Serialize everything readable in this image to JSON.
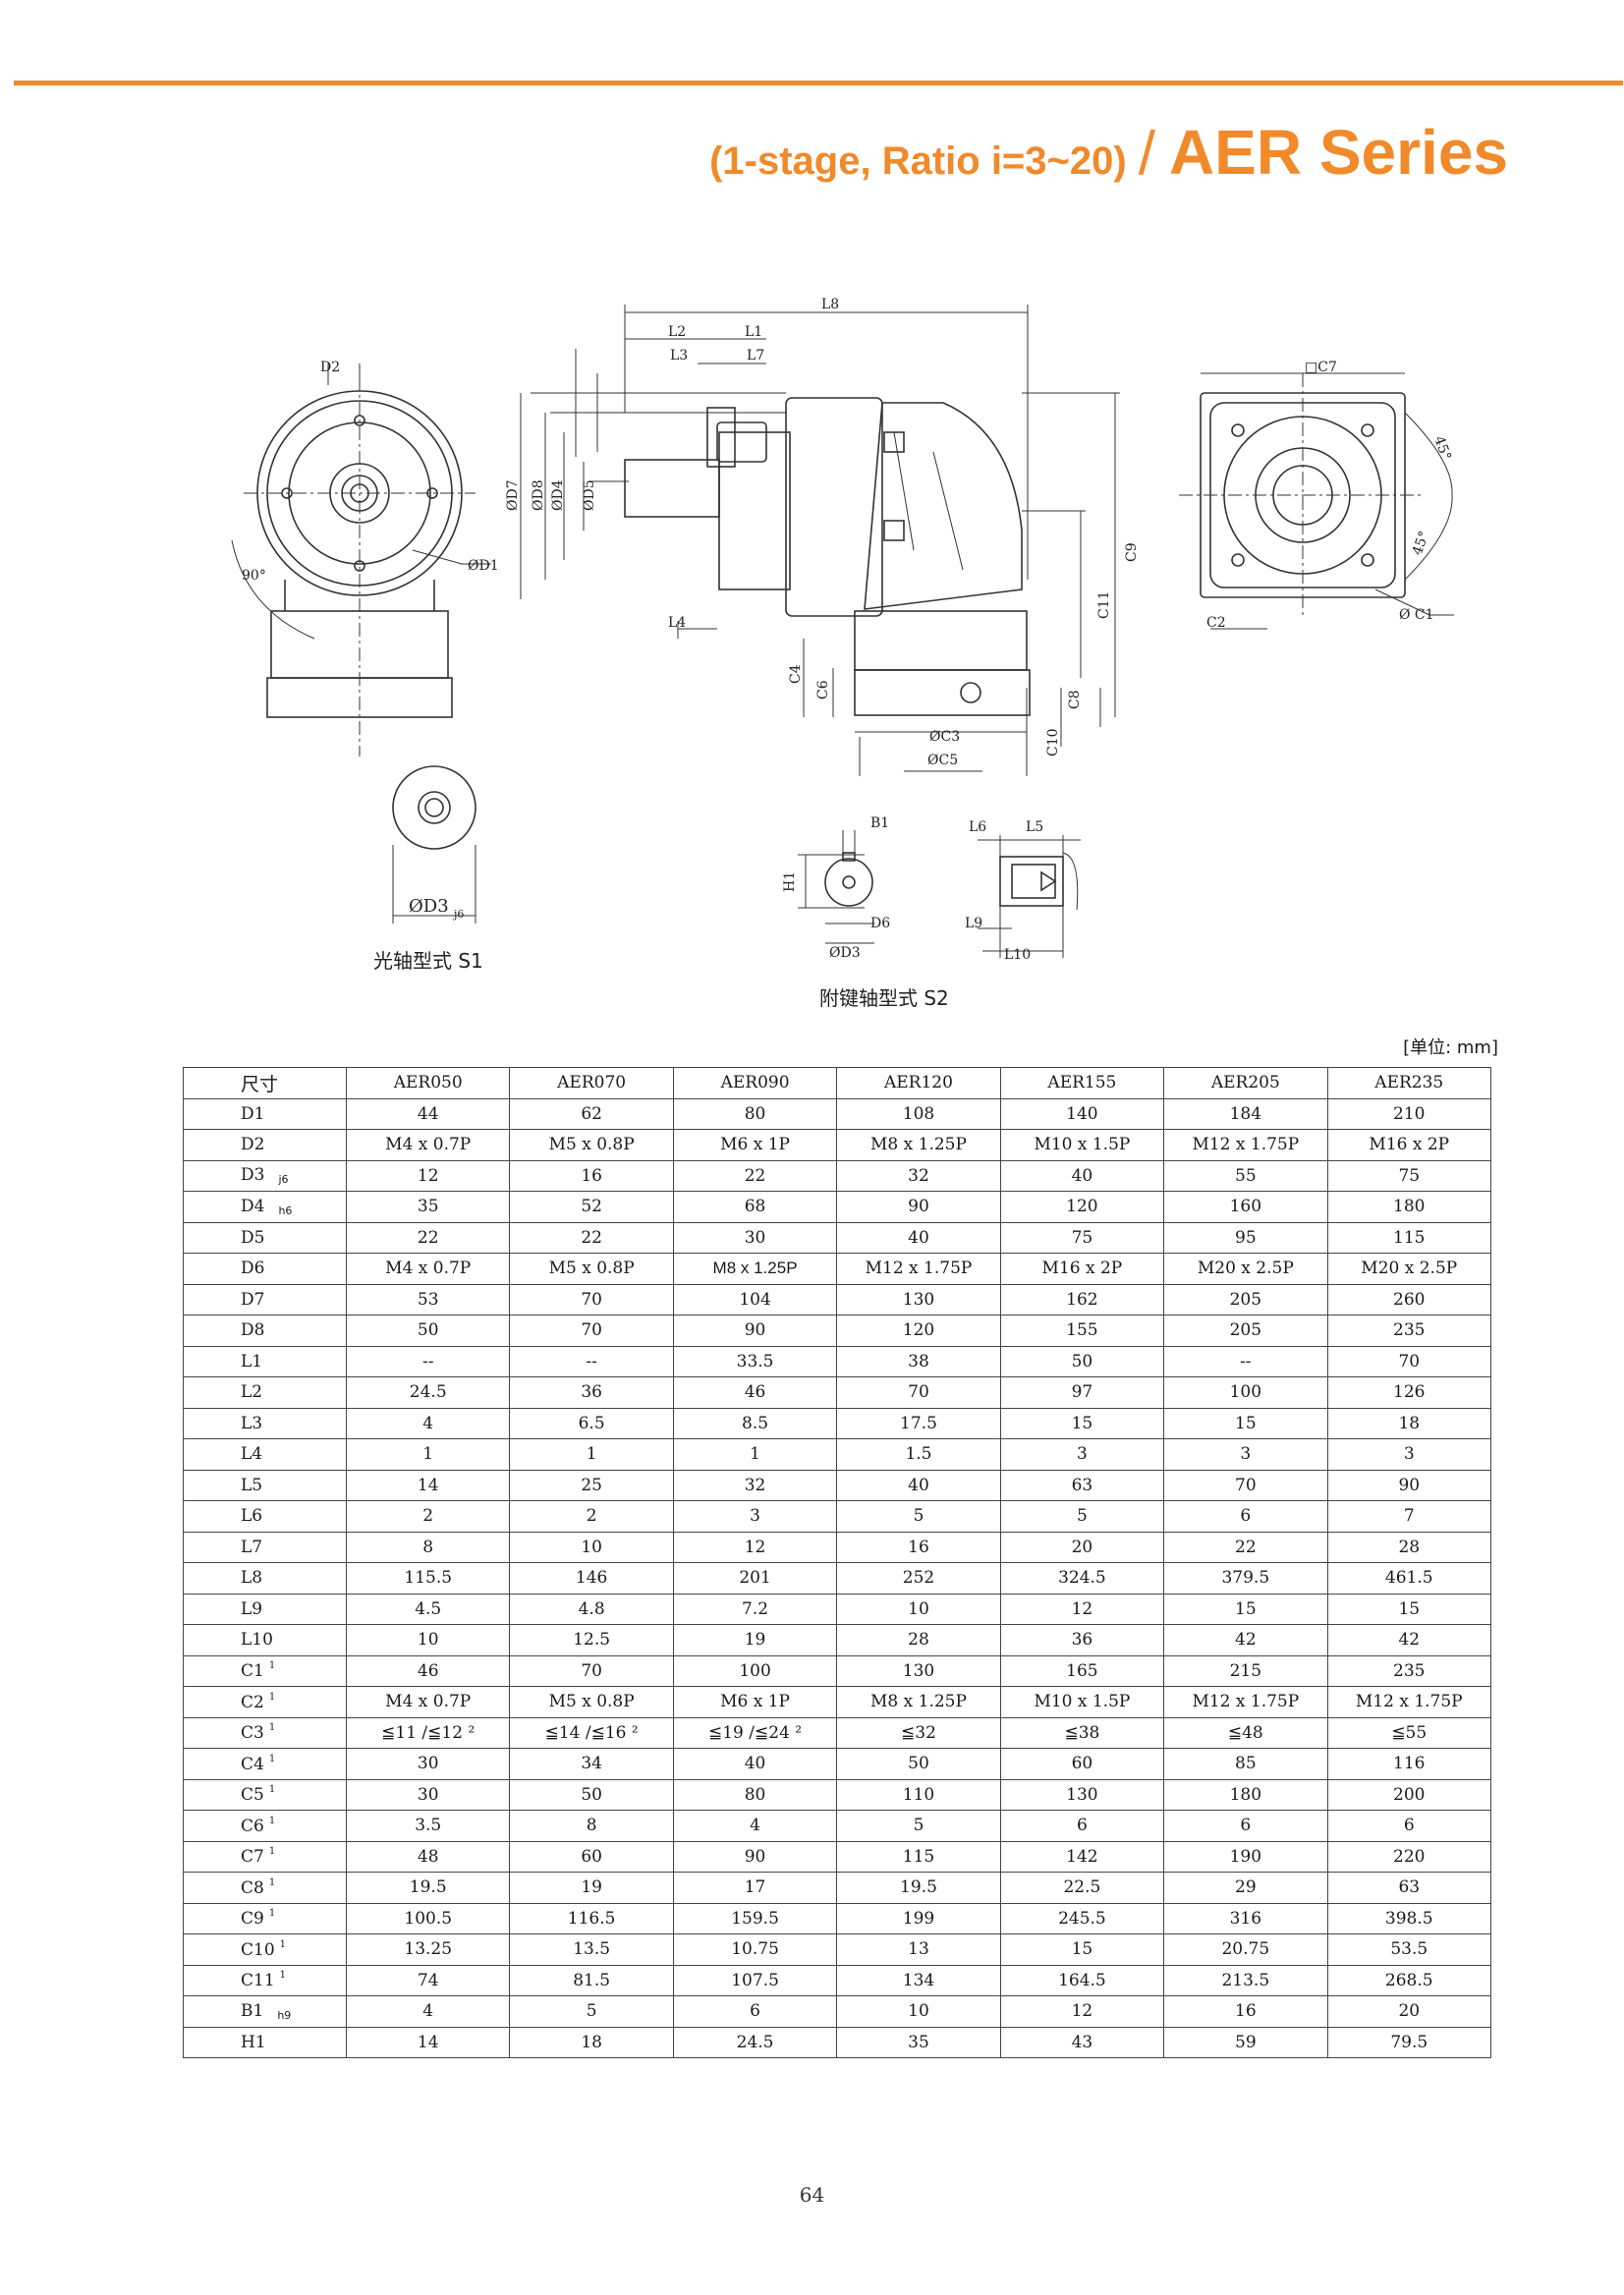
{
  "header": {
    "subtitle": "(1-stage, Ratio i=3~20)",
    "slash": "/",
    "series": "AER Series"
  },
  "drawing_labels": {
    "D2": "D2",
    "D1": "ØD1",
    "angle_90": "90°",
    "L8": "L8",
    "L2": "L2",
    "L1": "L1",
    "L3": "L3",
    "L7": "L7",
    "L4": "L4",
    "D7": "ØD7",
    "D8": "ØD8",
    "D4": "ØD4",
    "D5": "ØD5",
    "C9": "C9",
    "C11": "C11",
    "C4": "C4",
    "C6": "C6",
    "C8": "C8",
    "C10": "C10",
    "C3": "ØC3",
    "C5": "ØC5",
    "C7": "□C7",
    "C1": "Ø C1",
    "C2": "C2",
    "angle_45a": "45°",
    "angle_45b": "45°",
    "B1": "B1",
    "H1": "H1",
    "D6": "D6",
    "D3_s2": "ØD3",
    "L6": "L6",
    "L5": "L5",
    "L9": "L9",
    "L10": "L10",
    "D3_s1": "ØD3",
    "D3_s1_tol": "j6"
  },
  "captions": {
    "s1": "光轴型式 S1",
    "s2": "附键轴型式 S2",
    "unit": "[单位: mm]"
  },
  "table": {
    "corner": "尺寸",
    "models": [
      "AER050",
      "AER070",
      "AER090",
      "AER120",
      "AER155",
      "AER205",
      "AER235"
    ],
    "rows": [
      {
        "label": "D1",
        "tol": "",
        "sup": "",
        "values": [
          "44",
          "62",
          "80",
          "108",
          "140",
          "184",
          "210"
        ]
      },
      {
        "label": "D2",
        "tol": "",
        "sup": "",
        "values": [
          "M4 x 0.7P",
          "M5 x 0.8P",
          "M6 x 1P",
          "M8 x 1.25P",
          "M10 x 1.5P",
          "M12 x 1.75P",
          "M16 x 2P"
        ]
      },
      {
        "label": "D3",
        "tol": "j6",
        "sup": "",
        "values": [
          "12",
          "16",
          "22",
          "32",
          "40",
          "55",
          "75"
        ]
      },
      {
        "label": "D4",
        "tol": "h6",
        "sup": "",
        "values": [
          "35",
          "52",
          "68",
          "90",
          "120",
          "160",
          "180"
        ]
      },
      {
        "label": "D5",
        "tol": "",
        "sup": "",
        "values": [
          "22",
          "22",
          "30",
          "40",
          "75",
          "95",
          "115"
        ]
      },
      {
        "label": "D6",
        "tol": "",
        "sup": "",
        "values": [
          "M4 x 0.7P",
          "M5 x 0.8P",
          "M8 x 1.25P",
          "M12 x 1.75P",
          "M16 x 2P",
          "M20 x 2.5P",
          "M20 x 2.5P"
        ]
      },
      {
        "label": "D7",
        "tol": "",
        "sup": "",
        "values": [
          "53",
          "70",
          "104",
          "130",
          "162",
          "205",
          "260"
        ]
      },
      {
        "label": "D8",
        "tol": "",
        "sup": "",
        "values": [
          "50",
          "70",
          "90",
          "120",
          "155",
          "205",
          "235"
        ]
      },
      {
        "label": "L1",
        "tol": "",
        "sup": "",
        "values": [
          "--",
          "--",
          "33.5",
          "38",
          "50",
          "--",
          "70"
        ]
      },
      {
        "label": "L2",
        "tol": "",
        "sup": "",
        "values": [
          "24.5",
          "36",
          "46",
          "70",
          "97",
          "100",
          "126"
        ]
      },
      {
        "label": "L3",
        "tol": "",
        "sup": "",
        "values": [
          "4",
          "6.5",
          "8.5",
          "17.5",
          "15",
          "15",
          "18"
        ]
      },
      {
        "label": "L4",
        "tol": "",
        "sup": "",
        "values": [
          "1",
          "1",
          "1",
          "1.5",
          "3",
          "3",
          "3"
        ]
      },
      {
        "label": "L5",
        "tol": "",
        "sup": "",
        "values": [
          "14",
          "25",
          "32",
          "40",
          "63",
          "70",
          "90"
        ]
      },
      {
        "label": "L6",
        "tol": "",
        "sup": "",
        "values": [
          "2",
          "2",
          "3",
          "5",
          "5",
          "6",
          "7"
        ]
      },
      {
        "label": "L7",
        "tol": "",
        "sup": "",
        "values": [
          "8",
          "10",
          "12",
          "16",
          "20",
          "22",
          "28"
        ]
      },
      {
        "label": "L8",
        "tol": "",
        "sup": "",
        "values": [
          "115.5",
          "146",
          "201",
          "252",
          "324.5",
          "379.5",
          "461.5"
        ]
      },
      {
        "label": "L9",
        "tol": "",
        "sup": "",
        "values": [
          "4.5",
          "4.8",
          "7.2",
          "10",
          "12",
          "15",
          "15"
        ]
      },
      {
        "label": "L10",
        "tol": "",
        "sup": "",
        "values": [
          "10",
          "12.5",
          "19",
          "28",
          "36",
          "42",
          "42"
        ]
      },
      {
        "label": "C1",
        "tol": "",
        "sup": "1",
        "values": [
          "46",
          "70",
          "100",
          "130",
          "165",
          "215",
          "235"
        ]
      },
      {
        "label": "C2",
        "tol": "",
        "sup": "1",
        "values": [
          "M4 x 0.7P",
          "M5 x 0.8P",
          "M6 x 1P",
          "M8 x 1.25P",
          "M10 x 1.5P",
          "M12 x 1.75P",
          "M12 x 1.75P"
        ]
      },
      {
        "label": "C3",
        "tol": "",
        "sup": "1",
        "values": [
          "≦11 /≦12 ²",
          "≦14 /≦16 ²",
          "≦19 /≦24 ²",
          "≦32",
          "≦38",
          "≦48",
          "≦55"
        ]
      },
      {
        "label": "C4",
        "tol": "",
        "sup": "1",
        "values": [
          "30",
          "34",
          "40",
          "50",
          "60",
          "85",
          "116"
        ]
      },
      {
        "label": "C5",
        "tol": "",
        "sup": "1",
        "values": [
          "30",
          "50",
          "80",
          "110",
          "130",
          "180",
          "200"
        ]
      },
      {
        "label": "C6",
        "tol": "",
        "sup": "1",
        "values": [
          "3.5",
          "8",
          "4",
          "5",
          "6",
          "6",
          "6"
        ]
      },
      {
        "label": "C7",
        "tol": "",
        "sup": "1",
        "values": [
          "48",
          "60",
          "90",
          "115",
          "142",
          "190",
          "220"
        ]
      },
      {
        "label": "C8",
        "tol": "",
        "sup": "1",
        "values": [
          "19.5",
          "19",
          "17",
          "19.5",
          "22.5",
          "29",
          "63"
        ]
      },
      {
        "label": "C9",
        "tol": "",
        "sup": "1",
        "values": [
          "100.5",
          "116.5",
          "159.5",
          "199",
          "245.5",
          "316",
          "398.5"
        ]
      },
      {
        "label": "C10",
        "tol": "",
        "sup": "1",
        "values": [
          "13.25",
          "13.5",
          "10.75",
          "13",
          "15",
          "20.75",
          "53.5"
        ]
      },
      {
        "label": "C11",
        "tol": "",
        "sup": "1",
        "values": [
          "74",
          "81.5",
          "107.5",
          "134",
          "164.5",
          "213.5",
          "268.5"
        ]
      },
      {
        "label": "B1",
        "tol": "h9",
        "sup": "",
        "values": [
          "4",
          "5",
          "6",
          "10",
          "12",
          "16",
          "20"
        ]
      },
      {
        "label": "H1",
        "tol": "",
        "sup": "",
        "values": [
          "14",
          "18",
          "24.5",
          "35",
          "43",
          "59",
          "79.5"
        ]
      }
    ]
  },
  "page_number": "64",
  "colors": {
    "accent": "#f08a2a",
    "line": "#444444"
  }
}
